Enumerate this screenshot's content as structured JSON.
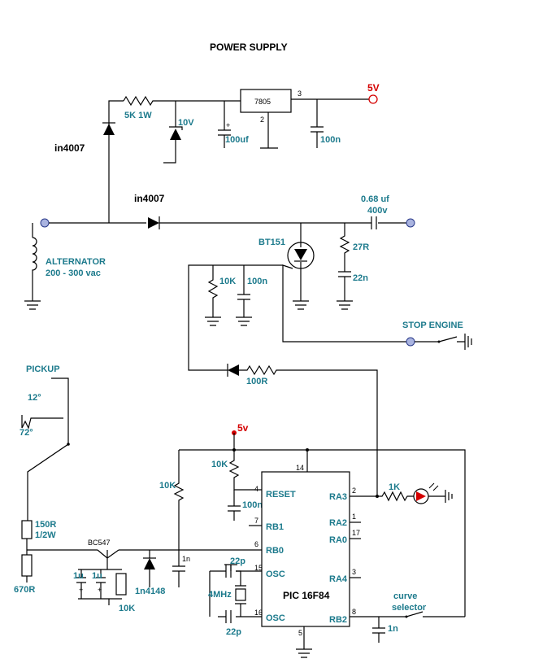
{
  "title": "POWER SUPPLY",
  "labels": {
    "r_5k": "5K 1W",
    "d_in4007_a": "in4007",
    "d_in4007_b": "in4007",
    "zener": "10V",
    "c_100uf": "100uf",
    "reg": "7805",
    "reg_pin3": "3",
    "reg_pin2": "2",
    "v5_top": "5V",
    "c_100n_top": "100n",
    "c_068": "0.68 uf",
    "c_400v": "400v",
    "scr": "BT151",
    "alt_1": "ALTERNATOR",
    "alt_2": "200 - 300 vac",
    "r_27": "27R",
    "c_22n": "22n",
    "r_10k_gate": "10K",
    "c_100n_gate": "100n",
    "stop": "STOP ENGINE",
    "r_100": "100R",
    "pickup": "PICKUP",
    "deg12": "12°",
    "deg72": "72°",
    "v5_mid": "5v",
    "r_10k_reset": "10K",
    "pin14": "14",
    "r_10k_base": "10K",
    "reset": "RESET",
    "pin4": "4",
    "c_100n_reset": "100n",
    "rb1": "RB1",
    "pin7": "7",
    "rb0": "RB0",
    "pin6": "6",
    "osc1": "OSC",
    "pin15": "15",
    "osc2": "OSC",
    "pin16": "16",
    "xtal": "4MHz",
    "c_22p_a": "22p",
    "c_22p_b": "22p",
    "chip": "PIC 16F84",
    "pin5": "5",
    "ra3": "RA3",
    "pin2": "2",
    "ra2": "RA2",
    "pin1": "1",
    "ra0": "RA0",
    "pin17": "17",
    "ra4": "RA4",
    "pin3": "3",
    "rb2": "RB2",
    "pin8": "8",
    "r_1k": "1K",
    "r_150": "150R",
    "r_150w": "1/2W",
    "r_670": "670R",
    "bc547": "BC547",
    "c_1u_a": "1u",
    "c_1u_b": "1u",
    "r_10k_em": "10K",
    "d_1n4148": "1n4148",
    "c_1n_base": "1n",
    "c_1n_rb2": "1n",
    "curve_1": "curve",
    "curve_2": "selector"
  }
}
